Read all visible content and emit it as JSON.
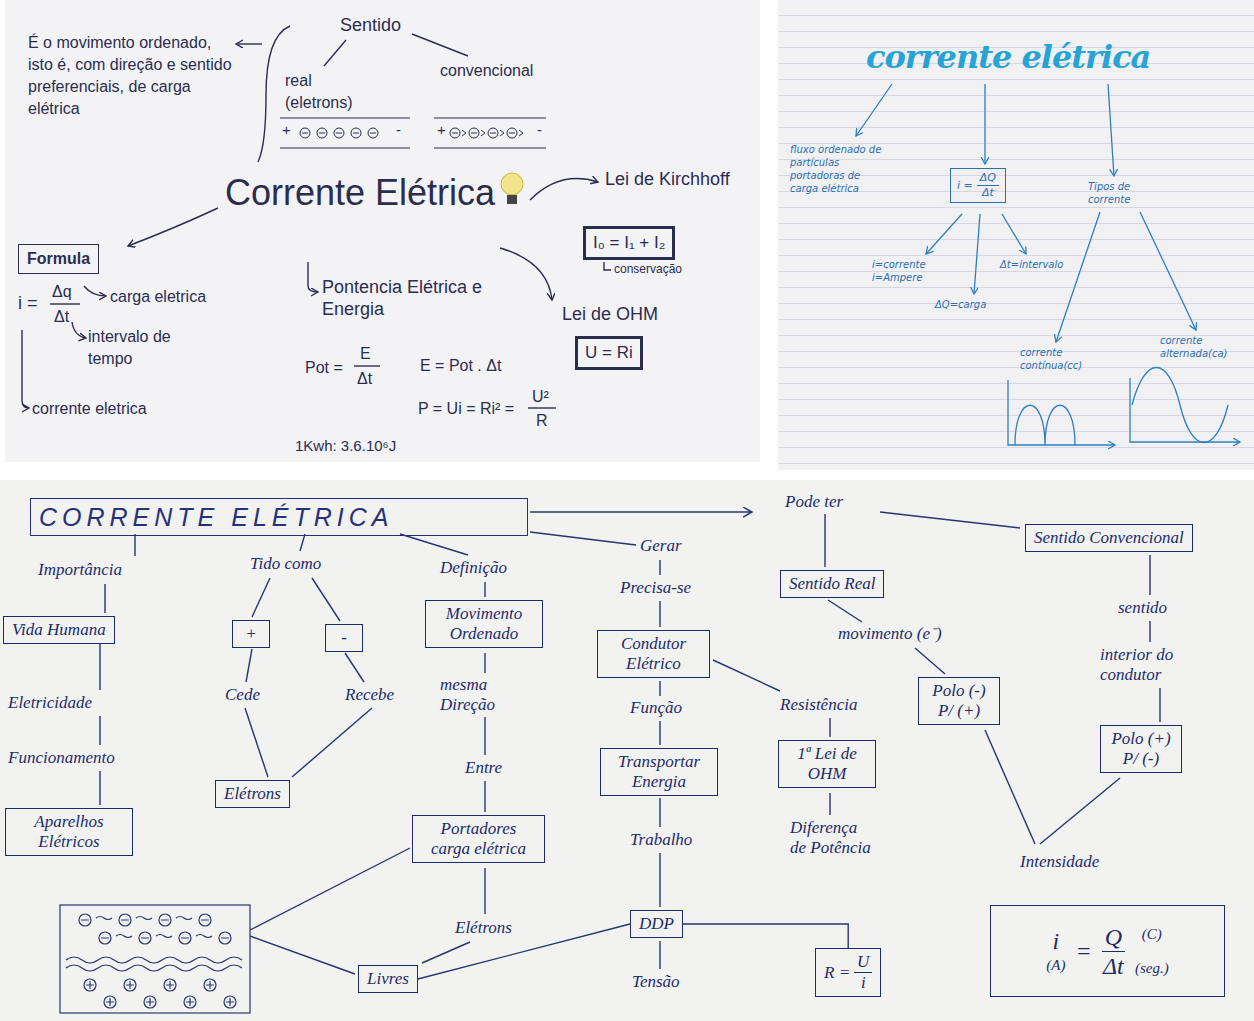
{
  "diagram": {
    "nodes": [
      {
        "text": [
          "Formula"
        ]
      },
      {
        "text": [
          "I₀ = I₁ + I₂"
        ]
      },
      {
        "text": [
          "U = Ri"
        ]
      },
      {
        "text": [
          "i =",
          "ΔQ",
          "Δt"
        ]
      },
      {
        "text": [
          "CORRENTE ELÉTRICA"
        ]
      },
      {
        "text": [
          "Sentido Convencional"
        ]
      },
      {
        "text": [
          "Sentido Real"
        ]
      },
      {
        "text": [
          "Vida Humana"
        ]
      },
      {
        "text": [
          "+"
        ]
      },
      {
        "text": [
          "-"
        ]
      },
      {
        "text": [
          "Movimento Ordenado"
        ]
      },
      {
        "text": [
          "Condutor Elétrico"
        ]
      },
      {
        "text": [
          "Polo (-) P/ (+)"
        ]
      },
      {
        "text": [
          "Transportar Energia"
        ]
      },
      {
        "text": [
          "1ª Lei de OHM"
        ]
      },
      {
        "text": [
          "Polo (+) P/ (-)"
        ]
      },
      {
        "text": [
          "Elétrons"
        ]
      },
      {
        "text": [
          "Aparelhos Elétricos"
        ]
      },
      {
        "text": [
          "Portadores carga elétrica"
        ]
      },
      {
        "text": [
          "DDP"
        ]
      },
      {
        "text": [
          "R =",
          "U",
          "i"
        ]
      },
      {
        "text": [
          "Livres"
        ]
      },
      {
        "text": [
          "i",
          "(A)",
          "=",
          "Q",
          "(C)",
          "Δt",
          "(seg.)"
        ]
      }
    ],
    "edges": [
      {
        "from": 21,
        "to": 19,
        "arrow": "none"
      },
      {
        "from": 19,
        "to": 20,
        "arrow": "none"
      }
    ],
    "labels": [
      "É o movimento ordenado, isto é, com direção e sentido preferenciais, de carga elétrica",
      "Sentido",
      "real (eletrons)",
      "convencional",
      "+",
      "-",
      "+",
      "-",
      "Corrente Elétrica",
      "Lei de Kirchhoff",
      "conservação",
      "i =",
      "Δq",
      "Δt",
      "carga eletrica",
      "intervalo de tempo",
      "corrente eletrica",
      "Pontencia Elétrica e Energia",
      "Lei de OHM",
      "Pot =",
      "E",
      "Δt",
      "E = Pot . Δt",
      "P = Ui = Ri² =",
      "U²",
      "R",
      "1Kwh: 3.6.10⁶J",
      "corrente elétrica",
      "fluxo ordenado de partículas portadoras de carga elétrica",
      "Tipos de corrente",
      "i=corrente i=Ampere",
      "Δt=intervalo",
      "ΔQ=carga",
      "corrente contínua(cc)",
      "corrente alternada(ca)",
      "Pode ter",
      "Importância",
      "Tido como",
      "Definição",
      "Gerar",
      "Precisa-se",
      "movimento (e⁻)",
      "sentido",
      "Eletricidade",
      "Cede",
      "Recebe",
      "mesma Direção",
      "Função",
      "Resistência",
      "interior do condutor",
      "Funcionamento",
      "Entre",
      "Trabalho",
      "Diferença de Potência",
      "Intensidade",
      "Elétrons",
      "Tensão"
    ]
  }
}
